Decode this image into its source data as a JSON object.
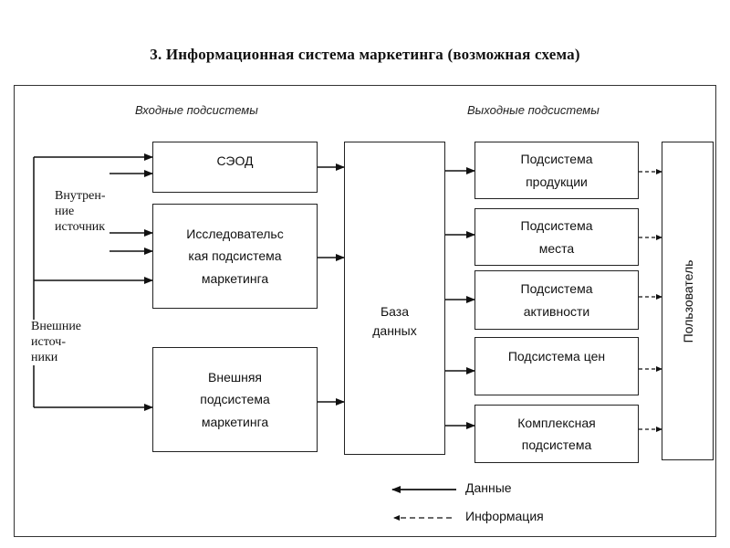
{
  "title": "3.  Информационная система маркетинга (возможная схема)",
  "headers": {
    "input": "Входные подсистемы",
    "output": "Выходные подсистемы"
  },
  "sources": {
    "internal": [
      "Внутрен-",
      "ние",
      "источник"
    ],
    "external": [
      "Внешние",
      "источ-",
      "ники"
    ]
  },
  "input_subsystems": {
    "seod": [
      "СЭОД"
    ],
    "research": [
      "Исследовательс",
      "кая подсистема",
      "маркетинга"
    ],
    "external": [
      "Внешняя",
      "подсистема",
      "маркетинга"
    ]
  },
  "database": [
    "База",
    "данных"
  ],
  "output_subsystems": [
    [
      "Подсистема",
      "продукции"
    ],
    [
      "Подсистема",
      "места"
    ],
    [
      "Подсистема",
      "активности"
    ],
    [
      "Подсистема цен"
    ],
    [
      "Комплексная",
      "подсистема"
    ]
  ],
  "user": "Пользователь",
  "legend": {
    "data": "Данные",
    "info": "Информация"
  }
}
